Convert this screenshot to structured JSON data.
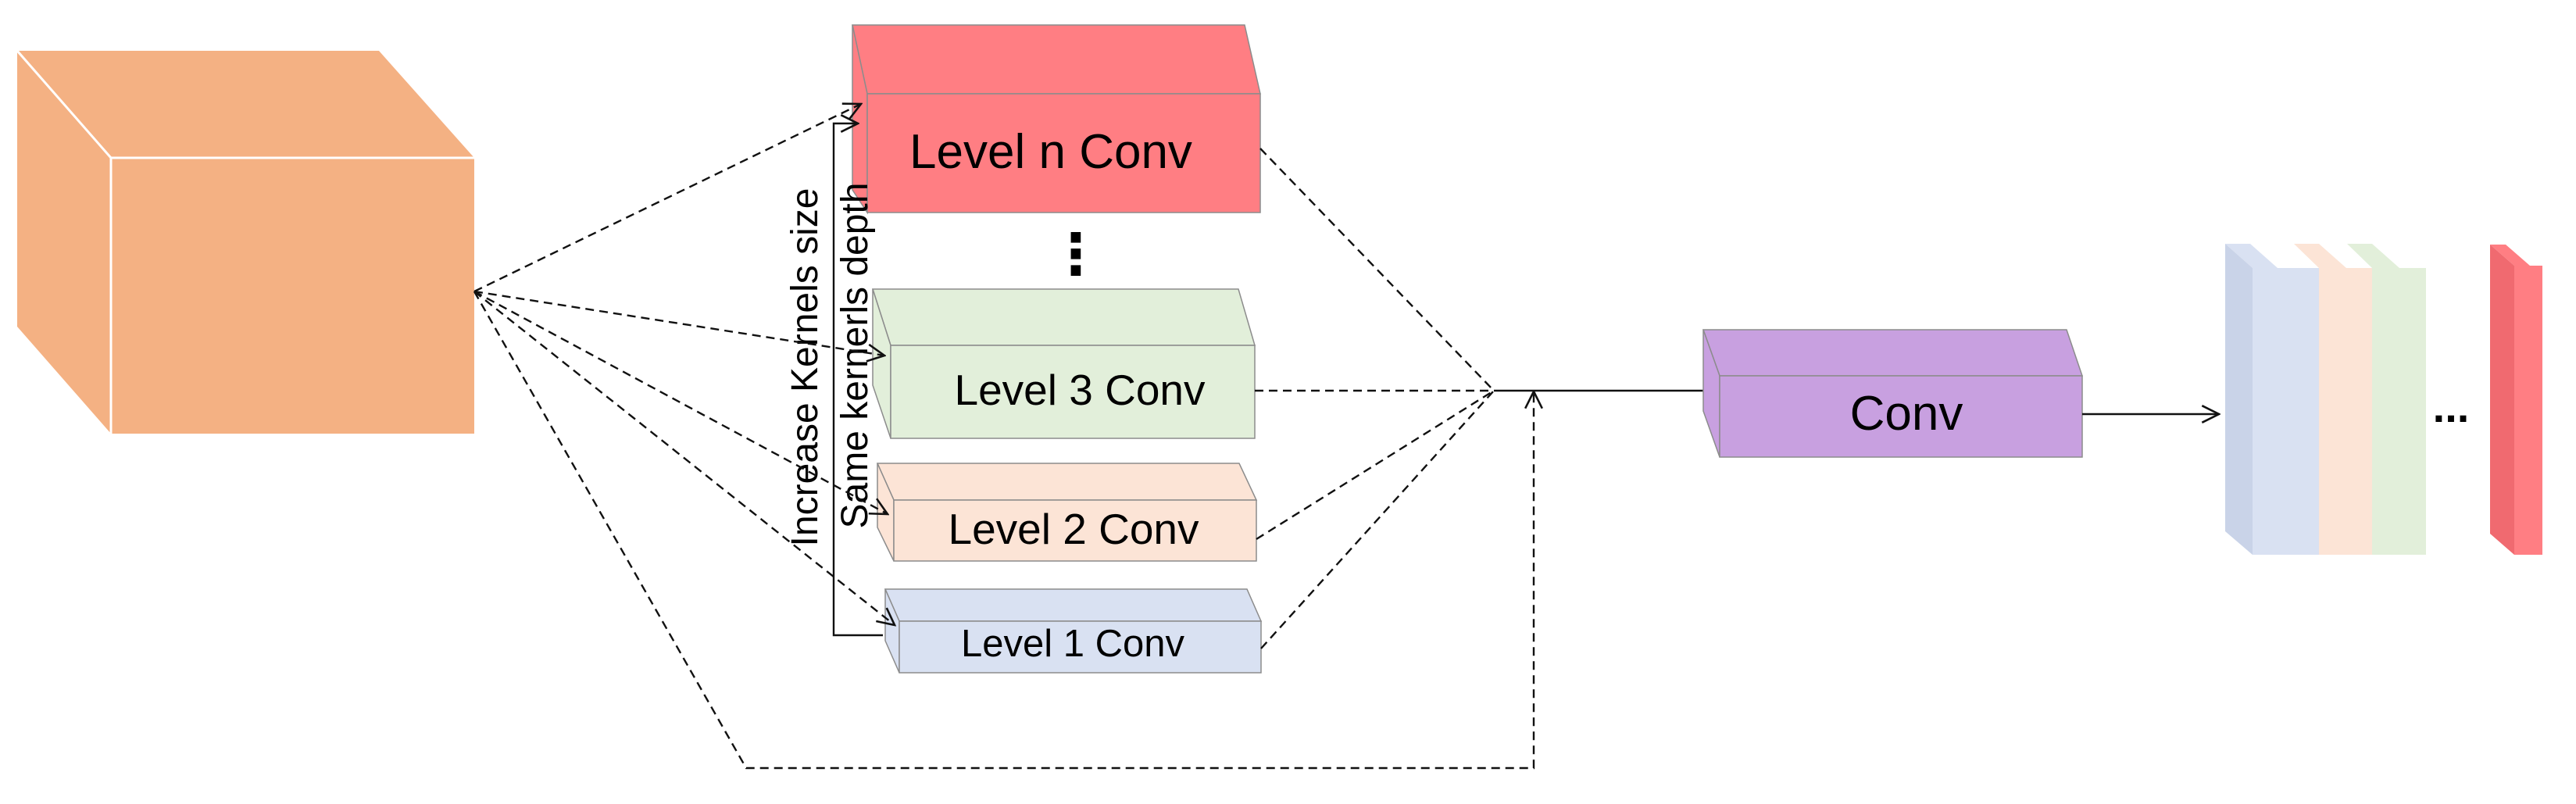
{
  "diagram": {
    "levels": [
      {
        "id": "level-n",
        "label": "Level n  Conv",
        "color": "#FF7E83"
      },
      {
        "id": "level-3",
        "label": "Level 3  Conv",
        "color": "#E2EFDA"
      },
      {
        "id": "level-2",
        "label": "Level 2  Conv",
        "color": "#FCE4D6"
      },
      {
        "id": "level-1",
        "label": "Level 1  Conv",
        "color": "#D9E1F2"
      }
    ],
    "vertical_dots": "⋮",
    "side_label_1": "Increase Kernels size",
    "side_label_2": "Same kernerls depth",
    "conv_label": "Conv",
    "output_dots": "...",
    "colors": {
      "input_cube": "#F4B183",
      "conv_block": "#C8A0E0",
      "output_stack": [
        "#D9E1F2",
        "#FCE4D6",
        "#E2EFDA"
      ],
      "output_last": "#FF7E83"
    }
  }
}
